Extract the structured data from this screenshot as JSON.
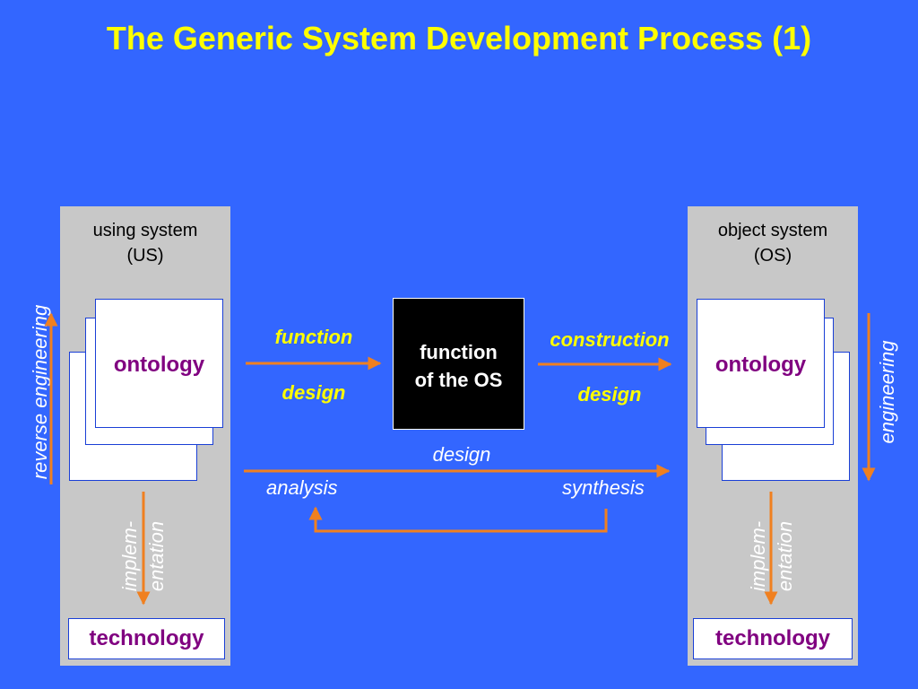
{
  "title": "The Generic System Development Process (1)",
  "left_panel": {
    "label_line1": "using system",
    "label_line2": "(US)",
    "ontology": "ontology",
    "technology": "technology",
    "impl_line1": "implem-",
    "impl_line2": "entation",
    "side_label": "reverse engineering"
  },
  "right_panel": {
    "label_line1": "object system",
    "label_line2": "(OS)",
    "ontology": "ontology",
    "technology": "technology",
    "impl_line1": "implem-",
    "impl_line2": "entation",
    "side_label": "engineering"
  },
  "center": {
    "box_line1": "function",
    "box_line2": "of the OS",
    "left_top": "function",
    "left_bottom": "design",
    "right_top": "construction",
    "right_bottom": "design",
    "design": "design",
    "analysis": "analysis",
    "synthesis": "synthesis"
  },
  "colors": {
    "background": "#3366FF",
    "title": "#FFFF00",
    "panel": "#C8C8C8",
    "arrow": "#F08020",
    "ontology_text": "#800080"
  }
}
